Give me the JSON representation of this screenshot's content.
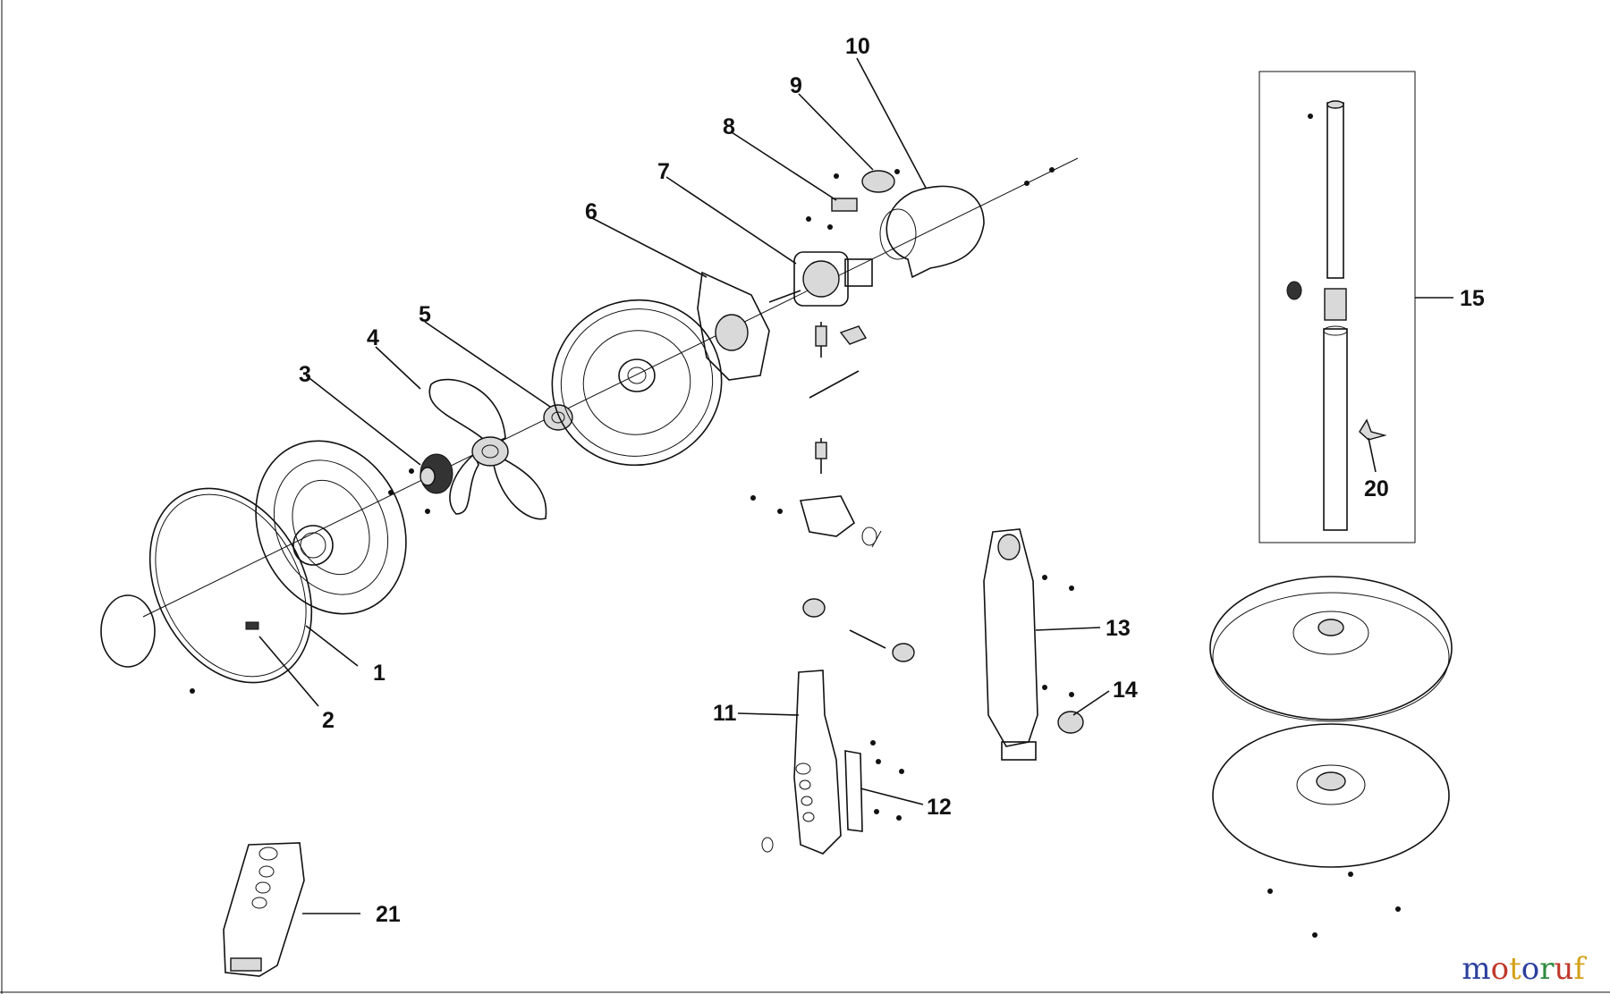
{
  "diagram": {
    "callouts": [
      {
        "id": "c1",
        "text": "1"
      },
      {
        "id": "c2",
        "text": "2"
      },
      {
        "id": "c3",
        "text": "3"
      },
      {
        "id": "c4",
        "text": "4"
      },
      {
        "id": "c5",
        "text": "5"
      },
      {
        "id": "c6",
        "text": "6"
      },
      {
        "id": "c7",
        "text": "7"
      },
      {
        "id": "c8",
        "text": "8"
      },
      {
        "id": "c9",
        "text": "9"
      },
      {
        "id": "c10",
        "text": "10"
      },
      {
        "id": "c11",
        "text": "11"
      },
      {
        "id": "c12",
        "text": "12"
      },
      {
        "id": "c13",
        "text": "13"
      },
      {
        "id": "c14",
        "text": "14"
      },
      {
        "id": "c15",
        "text": "15"
      },
      {
        "id": "c20",
        "text": "20"
      },
      {
        "id": "c21",
        "text": "21"
      }
    ]
  },
  "watermark": {
    "letters": [
      "m",
      "o",
      "t",
      "o",
      "r",
      "u",
      "f"
    ],
    "colors": [
      "#2b3f9e",
      "#c0392b",
      "#d4a017",
      "#2b3f9e",
      "#2e8b3e",
      "#c0392b",
      "#d4a017"
    ]
  }
}
